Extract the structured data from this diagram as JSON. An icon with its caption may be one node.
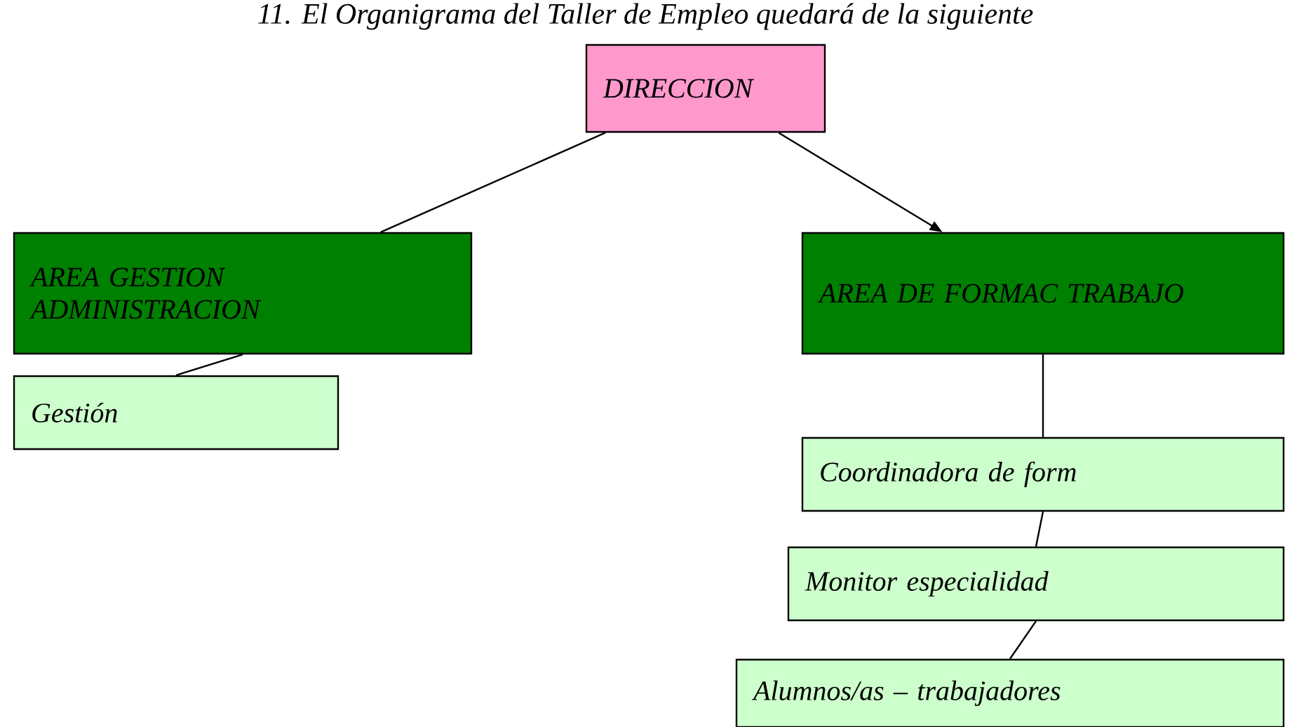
{
  "diagram": {
    "title": "11. El Organigrama del Taller de Empleo quedará de la siguiente",
    "nodes": [
      {
        "text": [
          "DIRECCION"
        ]
      },
      {
        "text": [
          "AREA GESTION ADMINISTRACION"
        ]
      },
      {
        "text": [
          "Gestión"
        ]
      },
      {
        "text": [
          "AREA DE FORMAC TRABAJO"
        ]
      },
      {
        "text": [
          "Coordinadora de form"
        ]
      },
      {
        "text": [
          "Monitor especialidad"
        ]
      },
      {
        "text": [
          "Alumnos/as – trabajadores"
        ]
      }
    ],
    "edges": [
      {
        "from": 0,
        "to": 1,
        "arrow": "none"
      },
      {
        "from": 0,
        "to": 3,
        "arrow": "to"
      },
      {
        "from": 1,
        "to": 2,
        "arrow": "none"
      },
      {
        "from": 3,
        "to": 4,
        "arrow": "none"
      },
      {
        "from": 4,
        "to": 5,
        "arrow": "none"
      },
      {
        "from": 5,
        "to": 6,
        "arrow": "none"
      }
    ]
  }
}
